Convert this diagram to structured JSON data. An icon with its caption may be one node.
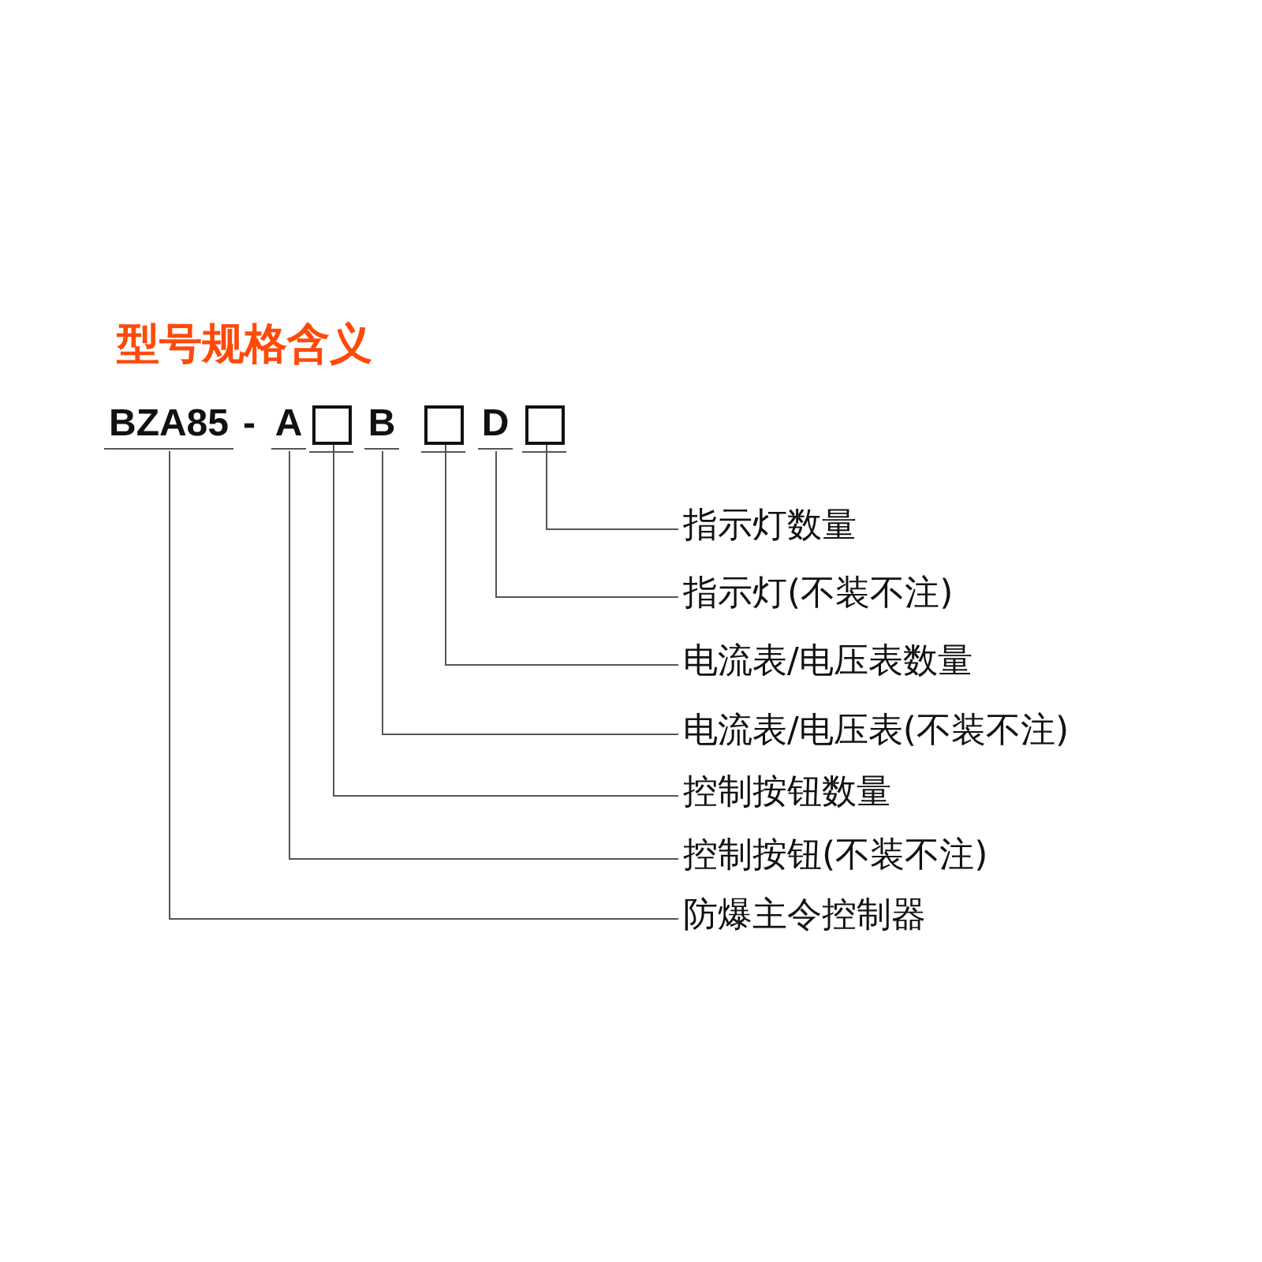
{
  "diagram": {
    "title": "型号规格含义",
    "nodes": [
      {
        "text": [
          "BZA85"
        ]
      },
      {
        "text": [
          "A"
        ]
      },
      {
        "text": [],
        "shape": "box"
      },
      {
        "text": [
          "B"
        ]
      },
      {
        "text": [],
        "shape": "box"
      },
      {
        "text": [
          "D"
        ]
      },
      {
        "text": [],
        "shape": "box"
      },
      {
        "text": [
          "指示灯数量"
        ]
      },
      {
        "text": [
          "指示灯(不装不注)"
        ]
      },
      {
        "text": [
          "电流表/电压表数量"
        ]
      },
      {
        "text": [
          "电流表/电压表(不装不注)"
        ]
      },
      {
        "text": [
          "控制按钮数量"
        ]
      },
      {
        "text": [
          "控制按钮(不装不注)"
        ]
      },
      {
        "text": [
          "防爆主令控制器"
        ]
      }
    ],
    "edges": [
      {
        "from": 6,
        "to": 7,
        "arrow": "none"
      },
      {
        "from": 5,
        "to": 8,
        "arrow": "none"
      },
      {
        "from": 4,
        "to": 9,
        "arrow": "none"
      },
      {
        "from": 3,
        "to": 10,
        "arrow": "none"
      },
      {
        "from": 2,
        "to": 11,
        "arrow": "none"
      },
      {
        "from": 1,
        "to": 12,
        "arrow": "none"
      },
      {
        "from": 0,
        "to": 13,
        "arrow": "none"
      }
    ],
    "labels": [
      "-"
    ]
  }
}
